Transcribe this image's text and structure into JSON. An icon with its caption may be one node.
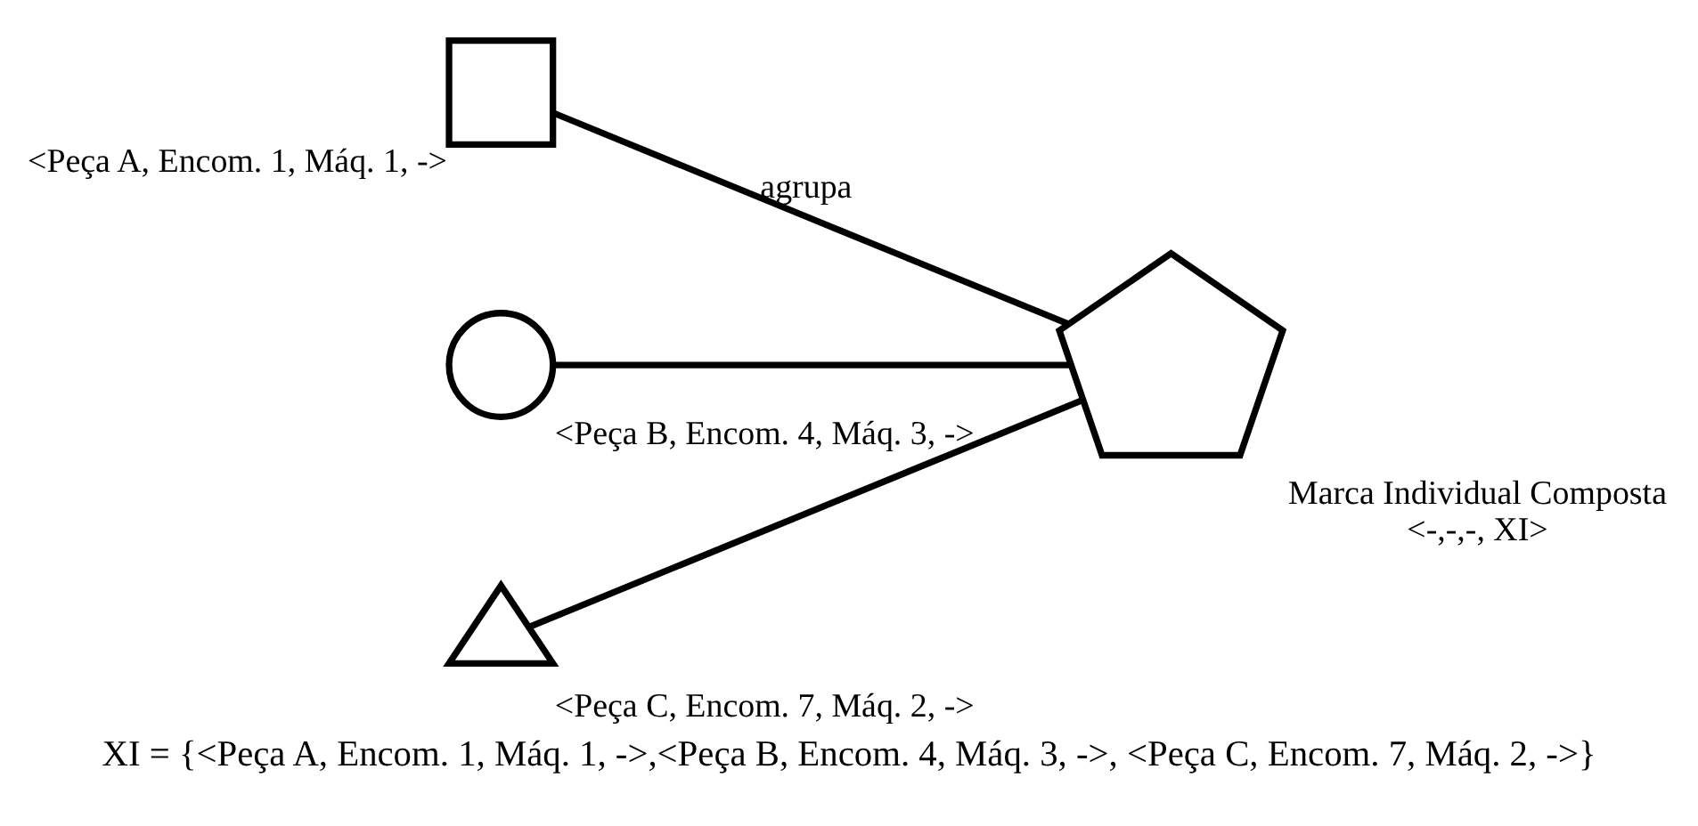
{
  "diagram": {
    "caption": "XI = {<Peça A, Encom. 1, Máq. 1, ->,<Peça B, Encom. 4, Máq. 3, ->, <Peça C, Encom. 7, Máq. 2, ->}",
    "nodes": [
      {
        "text": [],
        "shape": "box",
        "beside": [
          "<Peça A, Encom. 1, Máq. 1, ->"
        ]
      },
      {
        "text": [],
        "shape": "circle",
        "beside": [
          "<Peça B, Encom. 4, Máq. 3, ->"
        ]
      },
      {
        "text": [],
        "shape": "triangle",
        "beside": [
          "<Peça C, Encom. 7, Máq. 2, ->"
        ]
      },
      {
        "text": [],
        "shape": "pentagon",
        "beside": [
          "Marca Individual Composta",
          "<-,-,-, XI>"
        ]
      }
    ],
    "edges": [
      {
        "from": 3,
        "to": 0,
        "arrow": "none",
        "label": "agrupa"
      },
      {
        "from": 3,
        "to": 1,
        "arrow": "none"
      },
      {
        "from": 3,
        "to": 2,
        "arrow": "none"
      }
    ]
  }
}
